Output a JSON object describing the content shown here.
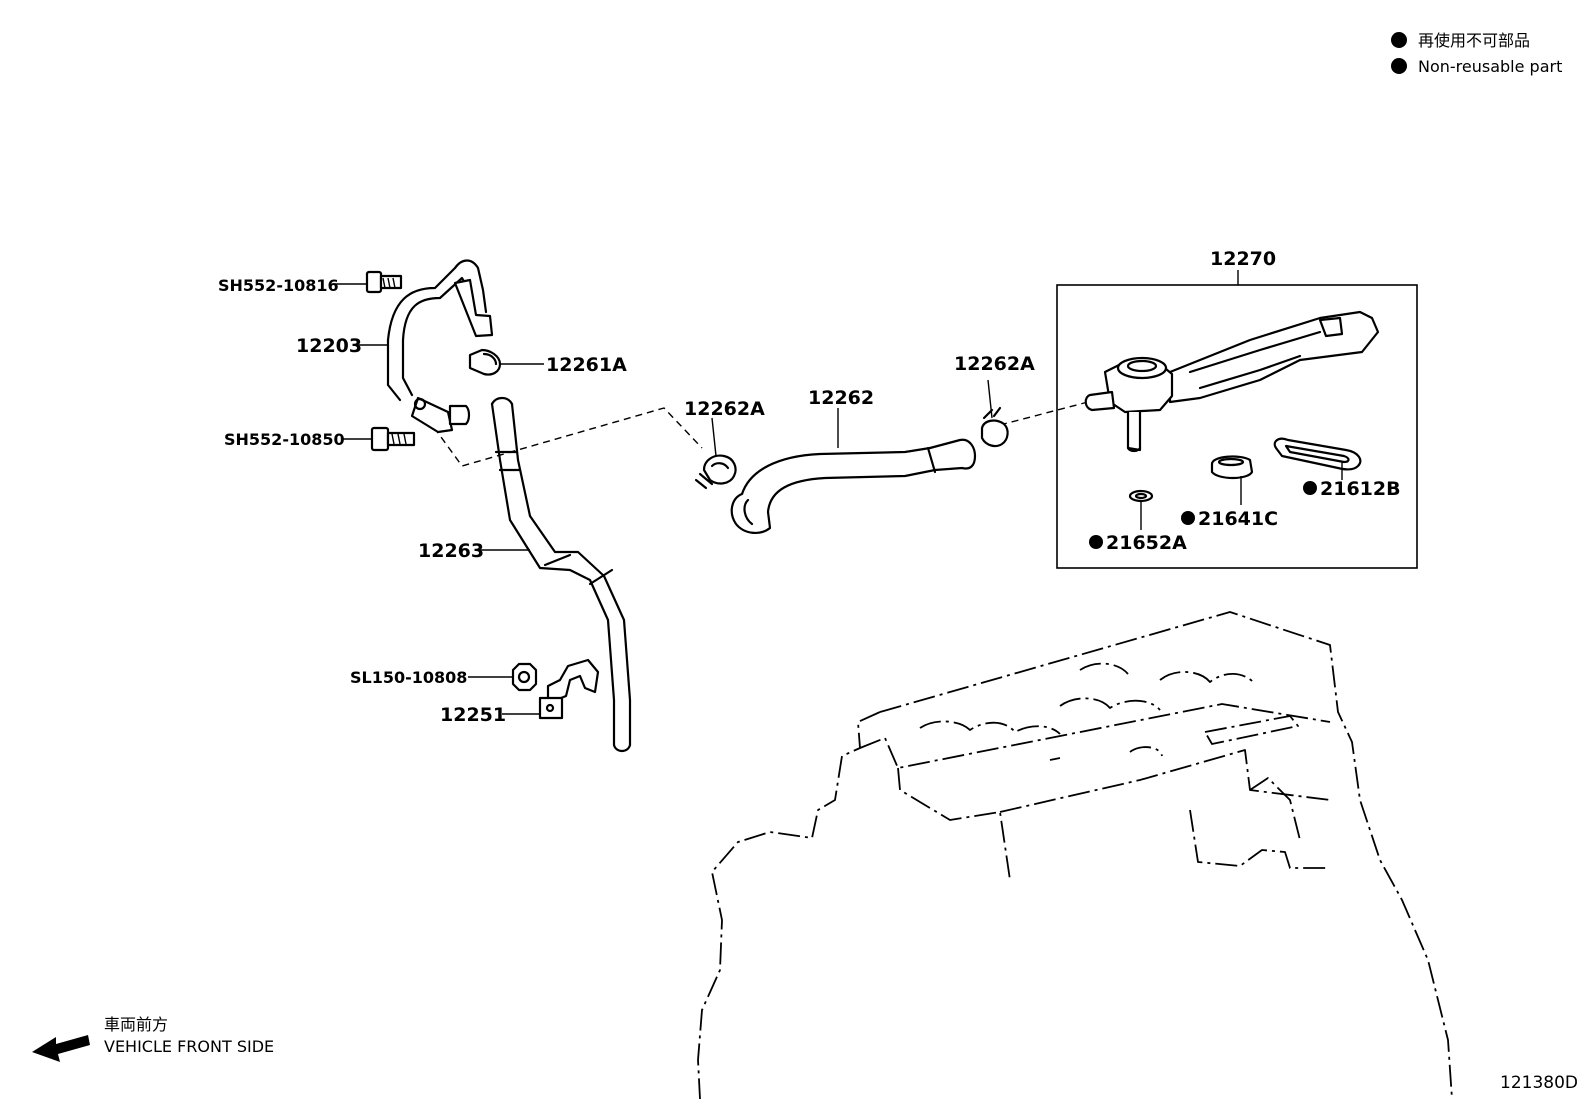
{
  "legend": {
    "jp": "再使用不可部品",
    "en": "Non-reusable part",
    "bullet_color": "#000000"
  },
  "labels": {
    "p12270": "12270",
    "sh552_10816": "SH552-10816",
    "p12203": "12203",
    "p12261a": "12261A",
    "sh552_10850": "SH552-10850",
    "p12262a_left": "12262A",
    "p12262": "12262",
    "p12262a_right": "12262A",
    "p12263": "12263",
    "sl150_10808": "SL150-10808",
    "p12251": "12251",
    "p21612b": "21612B",
    "p21641c": "21641C",
    "p21652a": "21652A"
  },
  "front": {
    "jp": "車両前方",
    "en": "VEHICLE FRONT SIDE"
  },
  "diagram_id": "121380D",
  "icons": {
    "front_arrow": "left-arrow-icon",
    "bullet": "filled-circle-icon"
  }
}
